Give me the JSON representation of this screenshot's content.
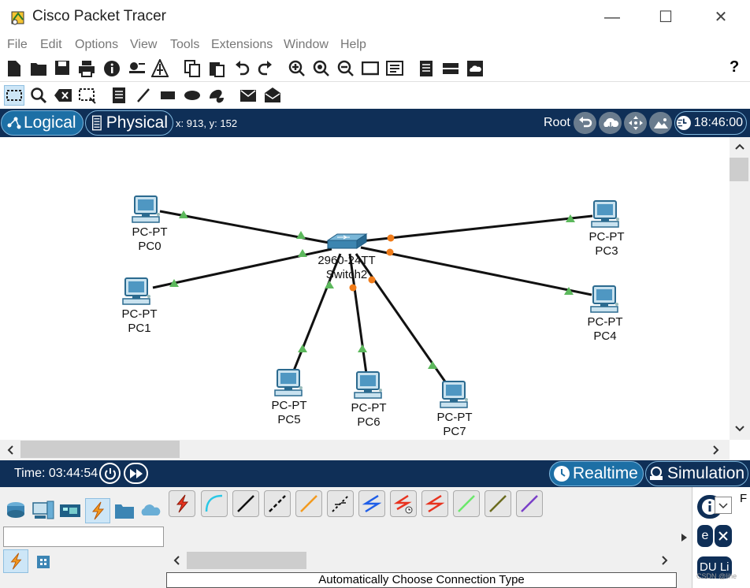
{
  "window": {
    "title": "Cisco Packet Tracer",
    "minimize": "—",
    "maximize": "☐",
    "close": "✕"
  },
  "menu": [
    "File",
    "Edit",
    "Options",
    "View",
    "Tools",
    "Extensions",
    "Window",
    "Help"
  ],
  "toolbar": {
    "help": "?"
  },
  "workspace_bar": {
    "logical_label": "Logical",
    "physical_label": "Physical",
    "coordinates": "x: 913, y: 152",
    "root_label": "Root",
    "clock": "18:46:00"
  },
  "topology": {
    "switch": {
      "model": "2960-24TT",
      "name": "Switch2"
    },
    "pcs": [
      {
        "model": "PC-PT",
        "name": "PC0"
      },
      {
        "model": "PC-PT",
        "name": "PC1"
      },
      {
        "model": "PC-PT",
        "name": "PC3"
      },
      {
        "model": "PC-PT",
        "name": "PC4"
      },
      {
        "model": "PC-PT",
        "name": "PC5"
      },
      {
        "model": "PC-PT",
        "name": "PC6"
      },
      {
        "model": "PC-PT",
        "name": "PC7"
      }
    ],
    "colors": {
      "link": "#111111",
      "up": "#5cb85c",
      "orange": "#f07c1a"
    }
  },
  "timebar": {
    "time": "Time: 03:44:54",
    "realtime_label": "Realtime",
    "simulation_label": "Simulation"
  },
  "bottom": {
    "status": "Automatically Choose Connection Type",
    "right_labels": [
      "F",
      "e",
      "DU Li"
    ],
    "watermark": "CSDN @lihe"
  }
}
